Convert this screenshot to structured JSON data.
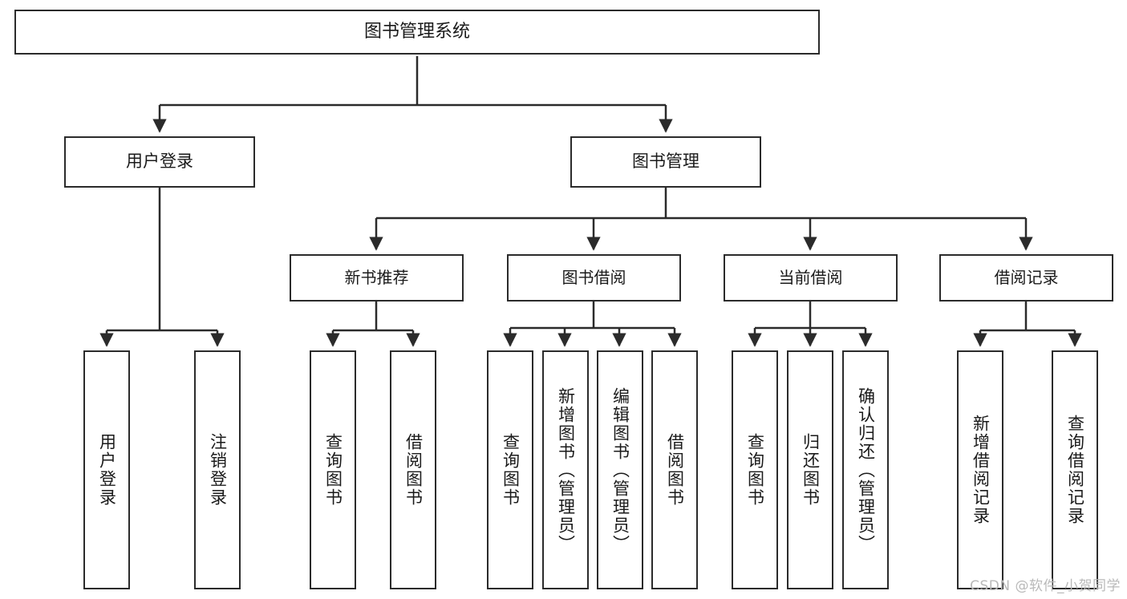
{
  "diagram": {
    "title": "图书管理系统",
    "type": "tree-hierarchy-chart",
    "colors": {
      "box_border": "#2b2b2b",
      "box_fill": "#ffffff",
      "connector": "#2b2b2b",
      "watermark": "#b9b9b9",
      "background": "#ffffff"
    },
    "watermark": "CSDN @软件_小贺同学",
    "nodes": {
      "root": {
        "label": "图书管理系统"
      },
      "level2": [
        {
          "id": "user-login",
          "label": "用户登录"
        },
        {
          "id": "book-manage",
          "label": "图书管理"
        }
      ],
      "level3": [
        {
          "id": "new-book-recommend",
          "label": "新书推荐"
        },
        {
          "id": "book-borrow",
          "label": "图书借阅"
        },
        {
          "id": "current-borrow",
          "label": "当前借阅"
        },
        {
          "id": "borrow-record",
          "label": "借阅记录"
        }
      ],
      "leaves": {
        "user-login": [
          {
            "id": "leaf-user-login",
            "label": "用户登录"
          },
          {
            "id": "leaf-logout-login",
            "label": "注销登录"
          }
        ],
        "new-book-recommend": [
          {
            "id": "leaf-query-book-1",
            "label": "查询图书"
          },
          {
            "id": "leaf-borrow-book-1",
            "label": "借阅图书"
          }
        ],
        "book-borrow": [
          {
            "id": "leaf-query-book-2",
            "label": "查询图书"
          },
          {
            "id": "leaf-add-book",
            "label": "新增图书（管理员）"
          },
          {
            "id": "leaf-edit-book",
            "label": "编辑图书（管理员）"
          },
          {
            "id": "leaf-borrow-book-2",
            "label": "借阅图书"
          }
        ],
        "current-borrow": [
          {
            "id": "leaf-query-book-3",
            "label": "查询图书"
          },
          {
            "id": "leaf-return-book",
            "label": "归还图书"
          },
          {
            "id": "leaf-confirm-return",
            "label": "确认归还（管理员）"
          }
        ],
        "borrow-record": [
          {
            "id": "leaf-add-record",
            "label": "新增借阅记录"
          },
          {
            "id": "leaf-query-record",
            "label": "查询借阅记录"
          }
        ]
      }
    },
    "edges": [
      {
        "from": "图书管理系统",
        "to": "用户登录"
      },
      {
        "from": "图书管理系统",
        "to": "图书管理"
      },
      {
        "from": "图书管理",
        "to": "新书推荐"
      },
      {
        "from": "图书管理",
        "to": "图书借阅"
      },
      {
        "from": "图书管理",
        "to": "当前借阅"
      },
      {
        "from": "图书管理",
        "to": "借阅记录"
      },
      {
        "from": "用户登录",
        "to": "用户登录"
      },
      {
        "from": "用户登录",
        "to": "注销登录"
      },
      {
        "from": "新书推荐",
        "to": "查询图书"
      },
      {
        "from": "新书推荐",
        "to": "借阅图书"
      },
      {
        "from": "图书借阅",
        "to": "查询图书"
      },
      {
        "from": "图书借阅",
        "to": "新增图书（管理员）"
      },
      {
        "from": "图书借阅",
        "to": "编辑图书（管理员）"
      },
      {
        "from": "图书借阅",
        "to": "借阅图书"
      },
      {
        "from": "当前借阅",
        "to": "查询图书"
      },
      {
        "from": "当前借阅",
        "to": "归还图书"
      },
      {
        "from": "当前借阅",
        "to": "确认归还（管理员）"
      },
      {
        "from": "借阅记录",
        "to": "新增借阅记录"
      },
      {
        "from": "借阅记录",
        "to": "查询借阅记录"
      }
    ]
  }
}
